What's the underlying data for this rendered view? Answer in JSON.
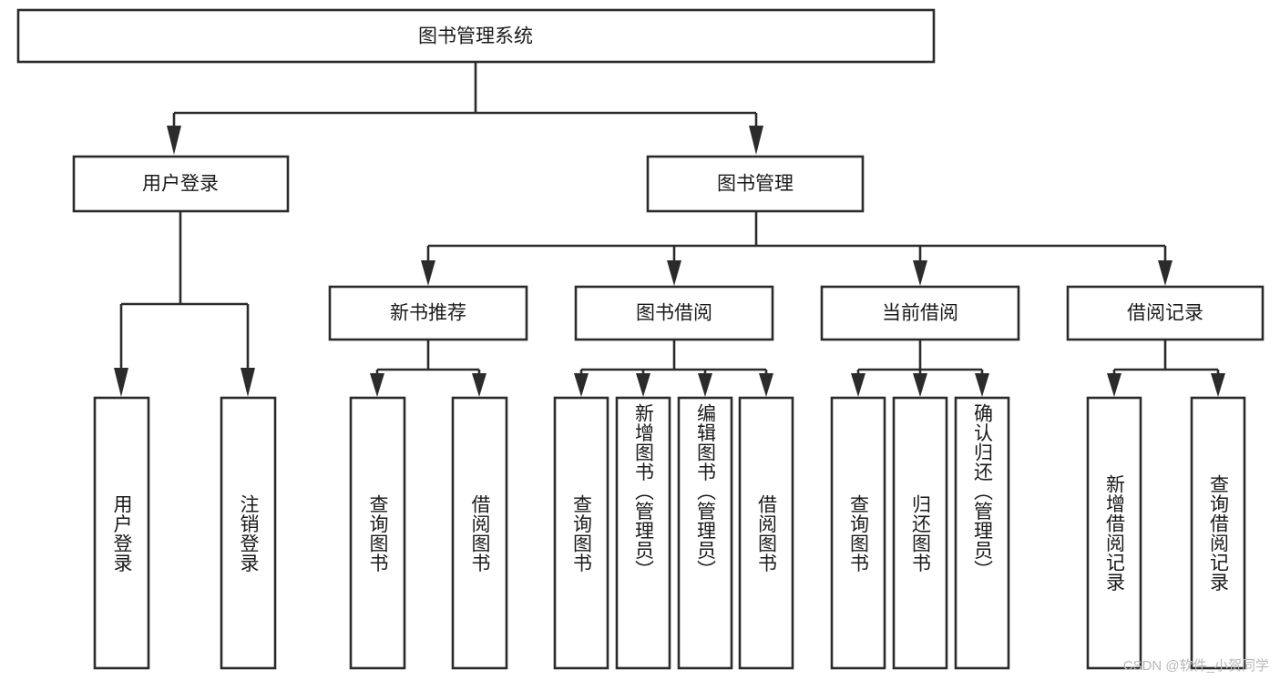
{
  "diagram": {
    "type": "tree-hierarchy",
    "title": "图书管理系统",
    "orientation": "top-down",
    "colors": {
      "box_stroke": "#2b2b2b",
      "box_fill": "#ffffff",
      "connector": "#2b2b2b",
      "text": "#1a1a1a",
      "watermark": "#b9b9b9",
      "background": "#ffffff"
    },
    "root": {
      "id": "root",
      "label": "图书管理系统"
    },
    "level2": [
      {
        "id": "user-login",
        "label": "用户登录"
      },
      {
        "id": "book-manage",
        "label": "图书管理"
      }
    ],
    "level3": [
      {
        "id": "new-book-recommend",
        "label": "新书推荐",
        "parent": "book-manage"
      },
      {
        "id": "book-borrow",
        "label": "图书借阅",
        "parent": "book-manage"
      },
      {
        "id": "current-borrow",
        "label": "当前借阅",
        "parent": "book-manage"
      },
      {
        "id": "borrow-record",
        "label": "借阅记录",
        "parent": "book-manage"
      }
    ],
    "leaves": [
      {
        "id": "leaf-user-login",
        "label": "用户登录",
        "parent": "user-login"
      },
      {
        "id": "leaf-user-logout",
        "label": "注销登录",
        "parent": "user-login"
      },
      {
        "id": "leaf-query-book-1",
        "label": "查询图书",
        "parent": "new-book-recommend"
      },
      {
        "id": "leaf-borrow-book-1",
        "label": "借阅图书",
        "parent": "new-book-recommend"
      },
      {
        "id": "leaf-query-book-2",
        "label": "查询图书",
        "parent": "book-borrow"
      },
      {
        "id": "leaf-add-book",
        "label": "新增图书（管理员）",
        "parent": "book-borrow"
      },
      {
        "id": "leaf-edit-book",
        "label": "编辑图书（管理员）",
        "parent": "book-borrow"
      },
      {
        "id": "leaf-borrow-book-2",
        "label": "借阅图书",
        "parent": "book-borrow"
      },
      {
        "id": "leaf-query-book-3",
        "label": "查询图书",
        "parent": "current-borrow"
      },
      {
        "id": "leaf-return-book",
        "label": "归还图书",
        "parent": "current-borrow"
      },
      {
        "id": "leaf-confirm-return",
        "label": "确认归还（管理员）",
        "parent": "current-borrow"
      },
      {
        "id": "leaf-add-record",
        "label": "新增借阅记录",
        "parent": "borrow-record"
      },
      {
        "id": "leaf-query-record",
        "label": "查询借阅记录",
        "parent": "borrow-record"
      }
    ]
  },
  "watermark": {
    "text": "CSDN @软件_小贺同学"
  }
}
